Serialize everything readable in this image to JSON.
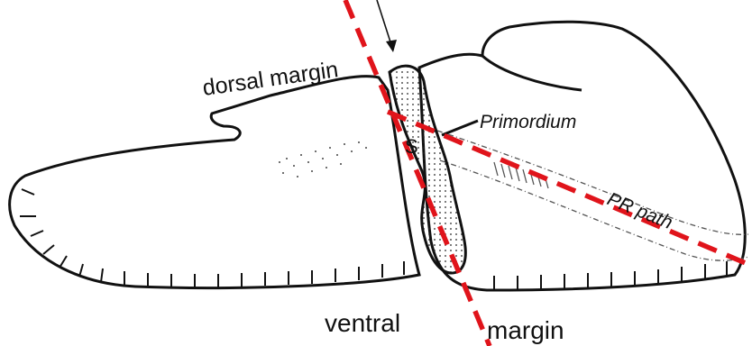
{
  "labels": {
    "dorsal_margin": "dorsal margin",
    "primordium": "Primordium",
    "s_marker": "S",
    "pr_path": "PR path",
    "ventral": "ventral",
    "margin": "margin"
  },
  "colors": {
    "outline": "#111111",
    "cut_line": "#e0141b",
    "stipple": "#222222"
  },
  "icons": {
    "top_arrow": "arrow-down-icon",
    "primordium_pointer": "arrow-left-icon"
  }
}
